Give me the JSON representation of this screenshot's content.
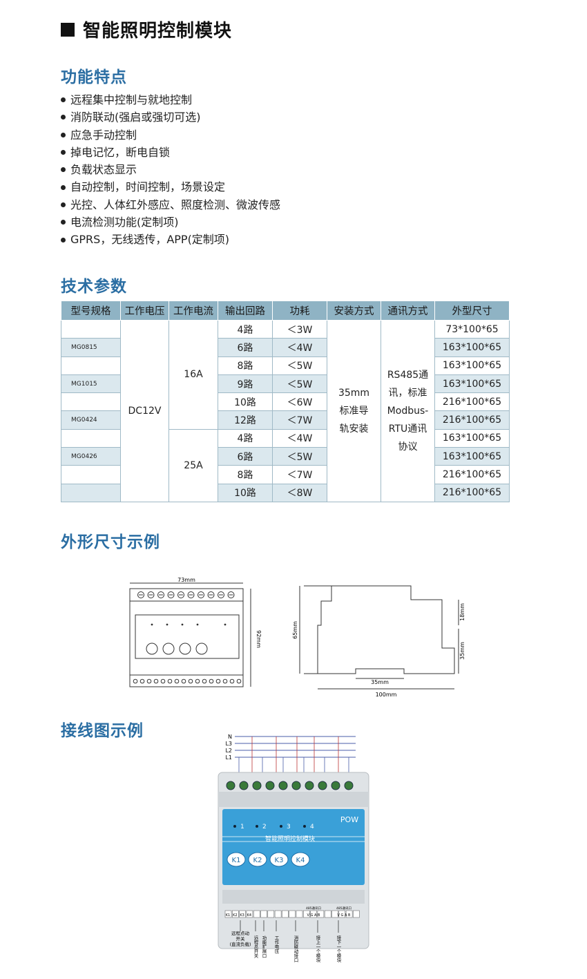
{
  "title": "智能照明控制模块",
  "sections": {
    "features": "功能特点",
    "specs": "技术参数",
    "dims": "外形尺寸示例",
    "wiring": "接线图示例"
  },
  "features": [
    "远程集中控制与就地控制",
    "消防联动(强启或强切可选)",
    "应急手动控制",
    "掉电记忆，断电自锁",
    "负载状态显示",
    "自动控制，时间控制，场景设定",
    "光控、人体红外感应、照度检测、微波传感",
    "电流检测功能(定制项)",
    "GPRS，无线透传，APP(定制项)"
  ],
  "table": {
    "headers": [
      "型号规格",
      "工作电压",
      "工作电流",
      "输出回路",
      "功耗",
      "安装方式",
      "通讯方式",
      "外型尺寸"
    ],
    "models": [
      "",
      "MG0815",
      "",
      "MG1015",
      "",
      "MG0424",
      "",
      "MG0426",
      "",
      ""
    ],
    "voltage": "DC12V",
    "current_a": "16A",
    "current_b": "25A",
    "circuits": [
      "4路",
      "6路",
      "8路",
      "9路",
      "10路",
      "12路",
      "4路",
      "6路",
      "8路",
      "10路"
    ],
    "power": [
      "＜3W",
      "＜4W",
      "＜5W",
      "＜5W",
      "＜6W",
      "＜7W",
      "＜4W",
      "＜5W",
      "＜7W",
      "＜8W"
    ],
    "mount": [
      "35mm",
      "标准导",
      "轨安装"
    ],
    "comm": [
      "RS485通",
      "讯，标准",
      "Modbus-",
      "RTU通讯",
      "协议"
    ],
    "size": [
      "73*100*65",
      "163*100*65",
      "163*100*65",
      "163*100*65",
      "216*100*65",
      "216*100*65",
      "163*100*65",
      "163*100*65",
      "216*100*65",
      "216*100*65"
    ]
  },
  "dims": {
    "front_width": "73mm",
    "front_height": "92mm",
    "side_height": "65mm",
    "side_top": "18mm",
    "side_bottom": "35mm",
    "rail": "35mm",
    "depth": "100mm"
  },
  "wiring": {
    "lines": [
      "N",
      "L3",
      "L2",
      "L1"
    ],
    "leds": [
      "1",
      "2",
      "3",
      "4"
    ],
    "pow": "POW",
    "module_name": "智能照明控制模块",
    "keys": [
      "K1",
      "K2",
      "K3",
      "K4"
    ],
    "bottom_terms": [
      "K1",
      "K2",
      "K3",
      "K4"
    ],
    "port_a": "485通讯口",
    "port_b": "485通讯口",
    "port_pins": "V G A B",
    "notes": [
      "远程点动",
      "开关",
      "(直流负载)",
      "远程总开关",
      "功能扩展口",
      "工作电压",
      "消防联动接口",
      "接上一个模块",
      "接下一个模块"
    ]
  },
  "colors": {
    "accent": "#2b6ea3",
    "header": "#8fb3c4",
    "stripe": "#dbe8ee",
    "panel": "#3aa0d8"
  }
}
